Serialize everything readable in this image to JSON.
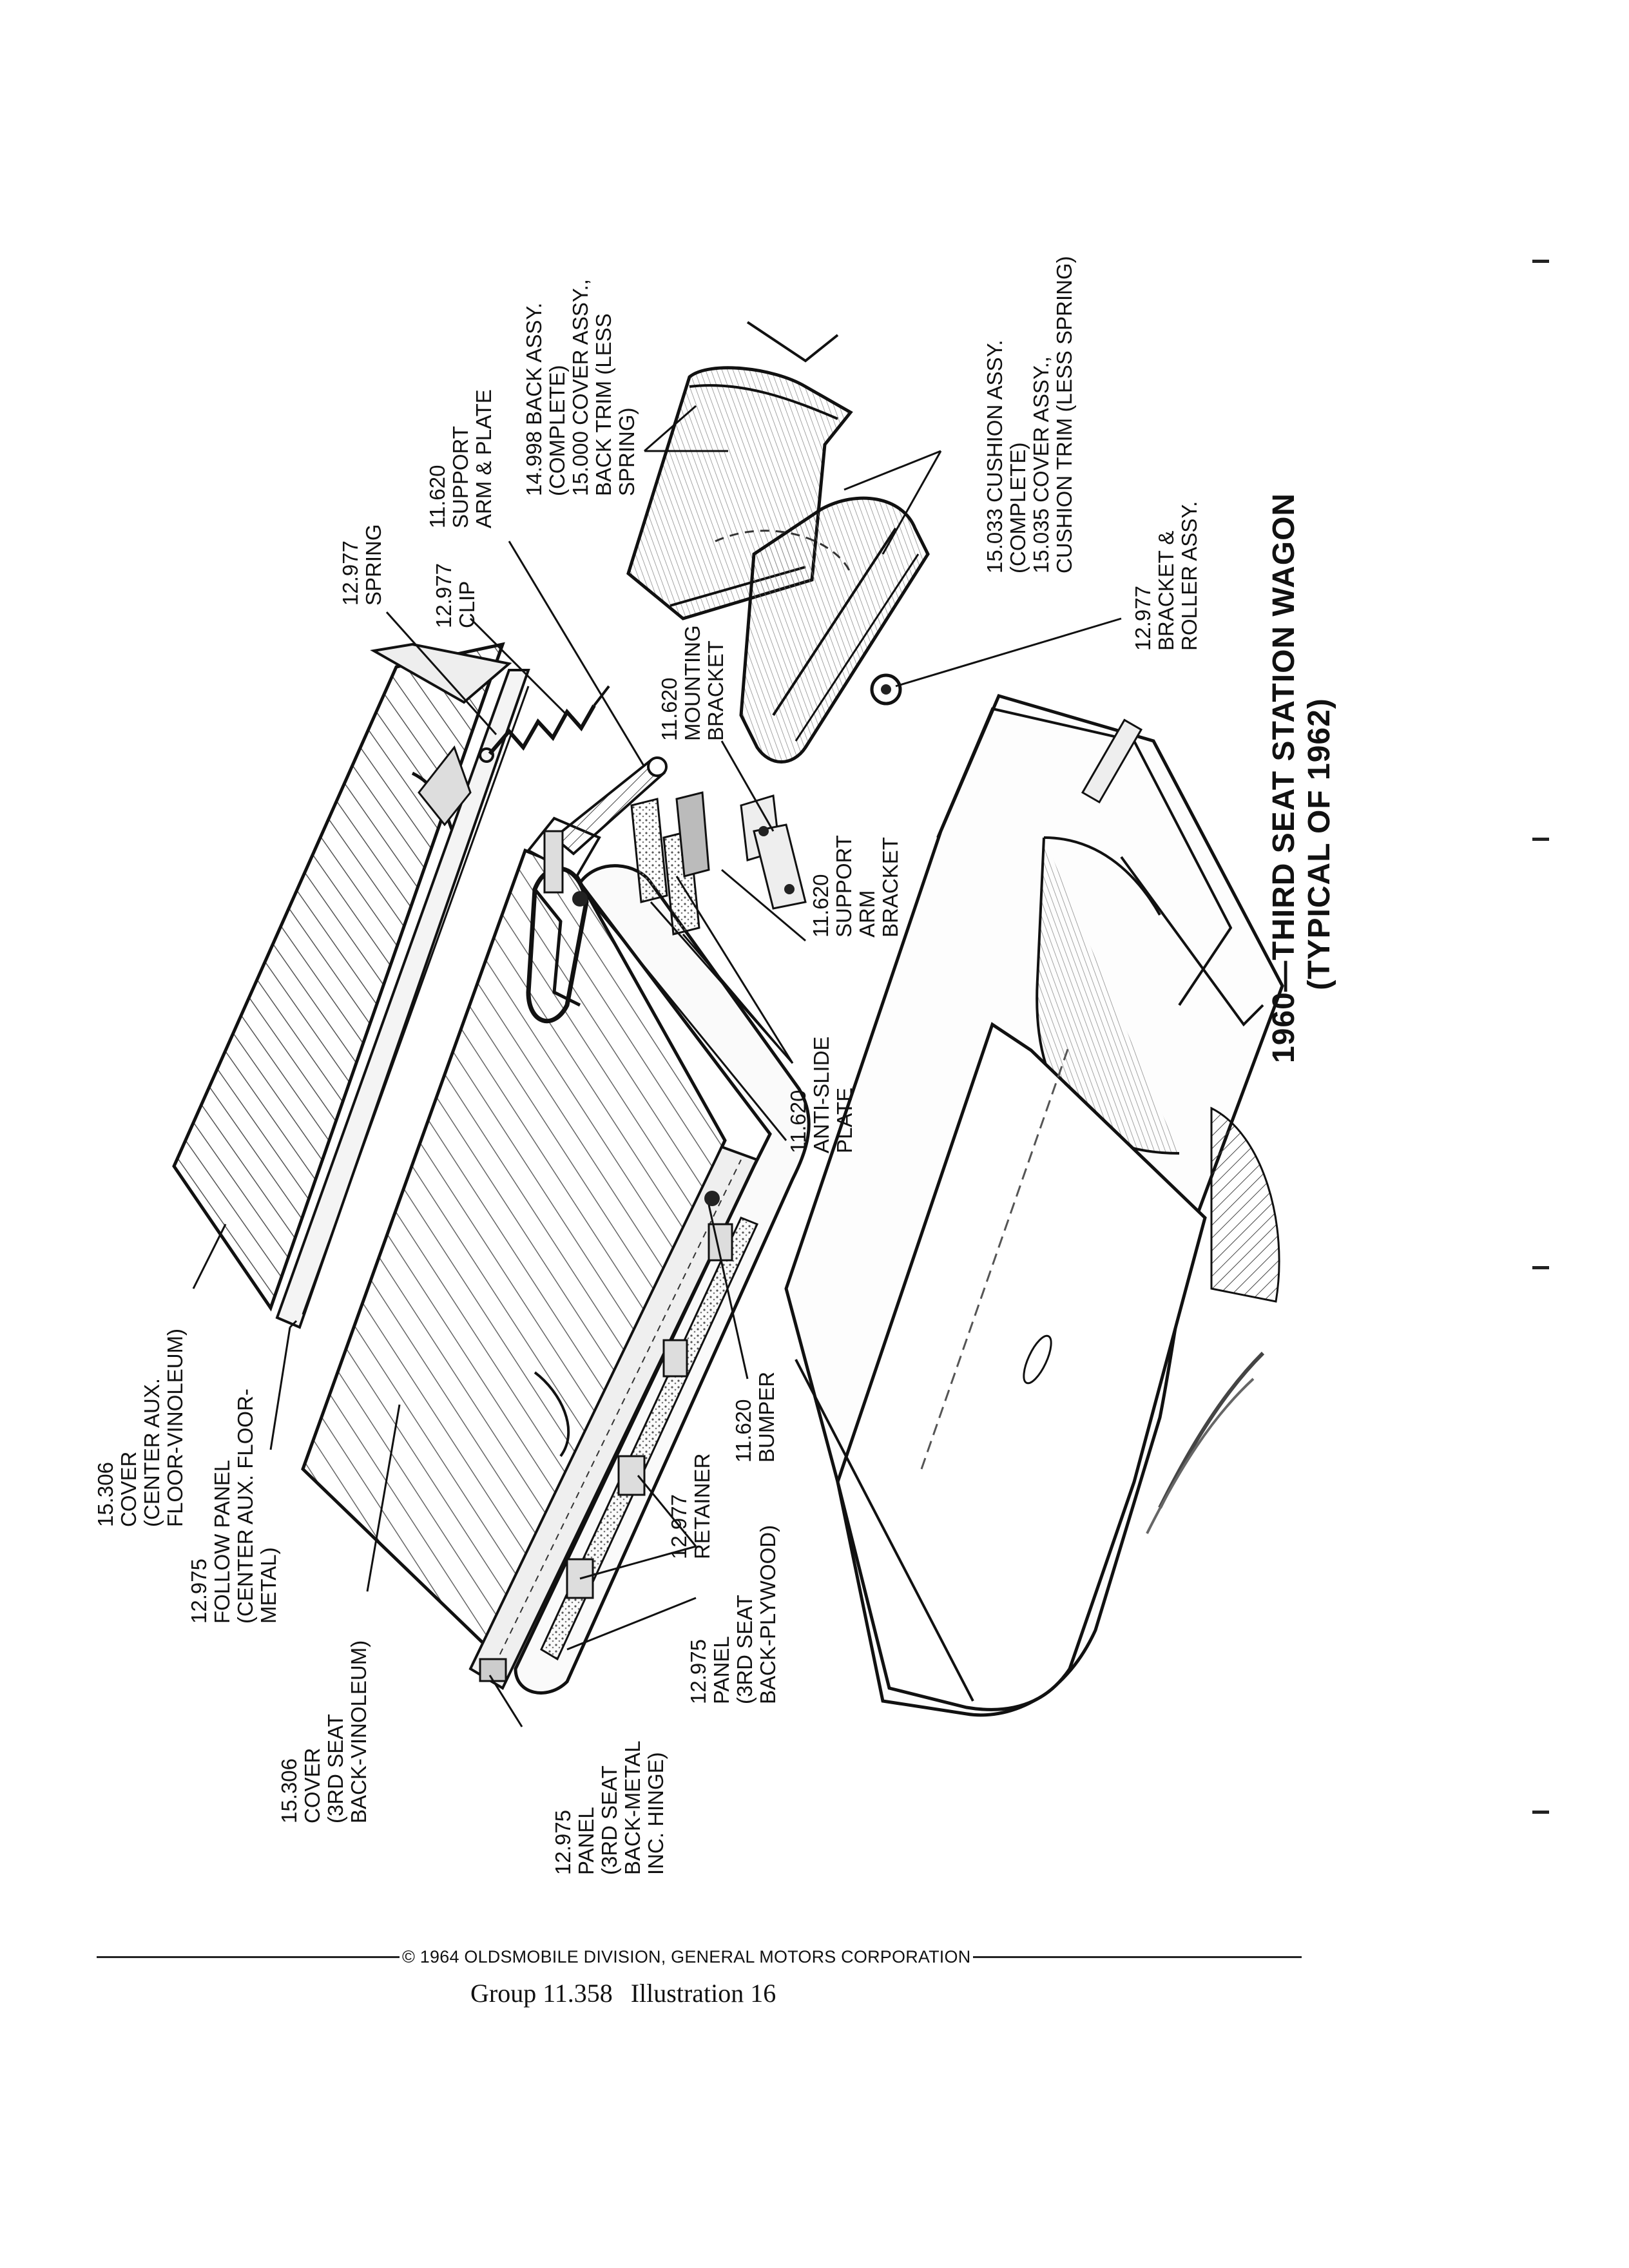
{
  "title": {
    "line1": "1960—THIRD SEAT STATION WAGON",
    "line2": "(TYPICAL OF 1962)"
  },
  "callouts": [
    {
      "id": "spring",
      "lines": [
        "12.977",
        "SPRING"
      ]
    },
    {
      "id": "clip",
      "lines": [
        "12.977",
        "CLIP"
      ]
    },
    {
      "id": "support-arm-plate",
      "lines": [
        "11.620",
        "SUPPORT",
        "ARM & PLATE"
      ]
    },
    {
      "id": "back-assy",
      "lines": [
        "14.998 BACK ASSY.",
        "(COMPLETE)",
        "15.000 COVER ASSY.,",
        "BACK TRIM (LESS",
        "SPRING)"
      ]
    },
    {
      "id": "cushion-assy",
      "lines": [
        "15.033 CUSHION ASSY.",
        "(COMPLETE)",
        "15.035 COVER ASSY.,",
        "CUSHION TRIM (LESS SPRING)"
      ]
    },
    {
      "id": "mounting-bracket",
      "lines": [
        "11.620",
        "MOUNTING",
        "BRACKET"
      ]
    },
    {
      "id": "bracket-roller",
      "lines": [
        "12.977",
        "BRACKET &",
        "ROLLER ASSY."
      ]
    },
    {
      "id": "support-arm-bracket",
      "lines": [
        "11.620",
        "SUPPORT",
        "ARM",
        "BRACKET"
      ]
    },
    {
      "id": "anti-slide-plate",
      "lines": [
        "11.620",
        "ANTI-SLIDE",
        "PLATE"
      ]
    },
    {
      "id": "bumper",
      "lines": [
        "11.620",
        "BUMPER"
      ]
    },
    {
      "id": "retainer",
      "lines": [
        "12.977",
        "RETAINER"
      ]
    },
    {
      "id": "panel-plywood",
      "lines": [
        "12.975",
        "PANEL",
        "(3RD SEAT",
        "BACK-PLYWOOD)"
      ]
    },
    {
      "id": "panel-metal",
      "lines": [
        "12.975",
        "PANEL",
        "(3RD SEAT",
        "BACK-METAL",
        "INC. HINGE)"
      ]
    },
    {
      "id": "cover-back-vinoleum",
      "lines": [
        "15.306",
        "COVER",
        "(3RD SEAT",
        "BACK-VINOLEUM)"
      ]
    },
    {
      "id": "follow-panel",
      "lines": [
        "12.975",
        "FOLLOW PANEL",
        "(CENTER AUX. FLOOR-",
        "METAL)"
      ]
    },
    {
      "id": "cover-floor-vinoleum",
      "lines": [
        "15.306",
        "COVER",
        "(CENTER AUX.",
        "FLOOR-VINOLEUM)"
      ]
    }
  ],
  "footer": {
    "copyright": "© 1964 OLDSMOBILE DIVISION, GENERAL MOTORS CORPORATION",
    "group": "Group 11.358",
    "illustration": "Illustration 16"
  }
}
